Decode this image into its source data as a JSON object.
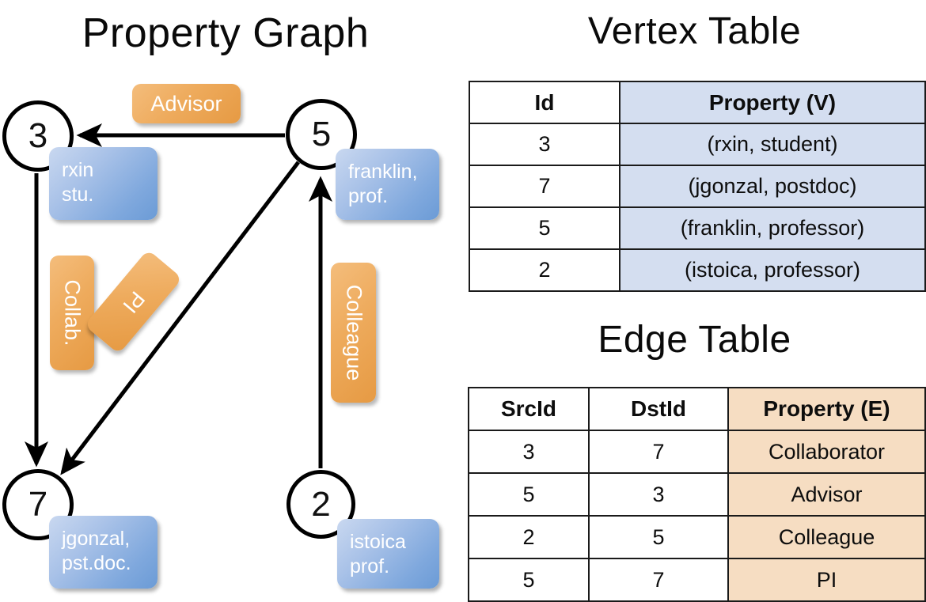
{
  "titles": {
    "property_graph": "Property Graph",
    "vertex_table": "Vertex Table",
    "edge_table": "Edge Table"
  },
  "colors": {
    "vertex_property_fill": "#d4def0",
    "edge_property_fill": "#f6ddc2",
    "node_bubble_blue": "#7fa8dd",
    "edge_label_orange": "#eeab5d",
    "stroke": "#000000",
    "background": "#ffffff"
  },
  "graph": {
    "nodes": [
      {
        "id": "3",
        "label": "3",
        "property_line1": "rxin",
        "property_line2": "stu."
      },
      {
        "id": "5",
        "label": "5",
        "property_line1": "franklin,",
        "property_line2": "prof."
      },
      {
        "id": "7",
        "label": "7",
        "property_line1": "jgonzal,",
        "property_line2": "pst.doc."
      },
      {
        "id": "2",
        "label": "2",
        "property_line1": "istoica",
        "property_line2": "prof."
      }
    ],
    "edge_labels": [
      {
        "key": "advisor",
        "text": "Advisor",
        "orientation": "horizontal"
      },
      {
        "key": "collab",
        "text": "Collab.",
        "orientation": "vertical"
      },
      {
        "key": "pi",
        "text": "PI",
        "orientation": "diagonal"
      },
      {
        "key": "colleague",
        "text": "Colleague",
        "orientation": "vertical"
      }
    ],
    "edges": [
      {
        "src": "5",
        "dst": "3",
        "label": "Advisor"
      },
      {
        "src": "3",
        "dst": "7",
        "label": "Collab."
      },
      {
        "src": "5",
        "dst": "7",
        "label": "PI"
      },
      {
        "src": "2",
        "dst": "5",
        "label": "Colleague"
      }
    ]
  },
  "vertex_table": {
    "headers": [
      "Id",
      "Property (V)"
    ],
    "rows": [
      {
        "id": "3",
        "property": "(rxin, student)"
      },
      {
        "id": "7",
        "property": "(jgonzal, postdoc)"
      },
      {
        "id": "5",
        "property": "(franklin, professor)"
      },
      {
        "id": "2",
        "property": "(istoica, professor)"
      }
    ]
  },
  "edge_table": {
    "headers": [
      "SrcId",
      "DstId",
      "Property (E)"
    ],
    "rows": [
      {
        "src": "3",
        "dst": "7",
        "property": "Collaborator"
      },
      {
        "src": "5",
        "dst": "3",
        "property": "Advisor"
      },
      {
        "src": "2",
        "dst": "5",
        "property": "Colleague"
      },
      {
        "src": "5",
        "dst": "7",
        "property": "PI"
      }
    ]
  }
}
